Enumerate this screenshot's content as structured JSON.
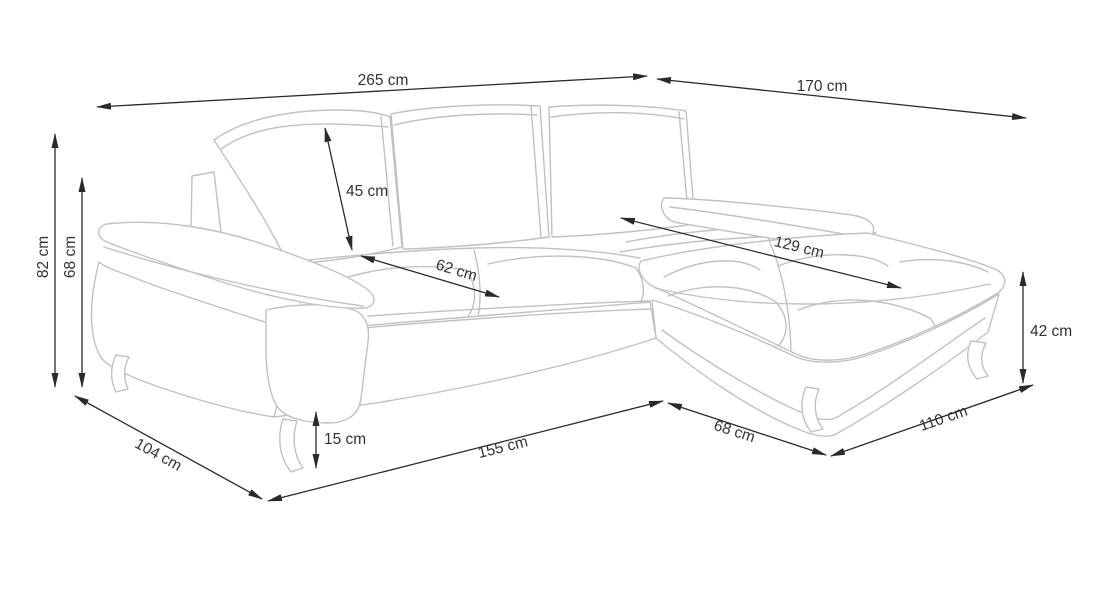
{
  "diagram": {
    "type": "furniture-dimension-drawing",
    "subject": "corner-sofa-with-chaise",
    "unit": "cm",
    "colors": {
      "background": "#ffffff",
      "sofa_outline": "#c1c1c1",
      "dimension_lines": "#2a2a2a",
      "label_text": "#333333"
    },
    "dimensions": {
      "total_width": {
        "label": "265 cm",
        "value": 265
      },
      "chaise_total_depth": {
        "label": "170 cm",
        "value": 170
      },
      "total_height": {
        "label": "82 cm",
        "value": 82
      },
      "backrest_height": {
        "label": "68 cm",
        "value": 68
      },
      "back_cushion_height": {
        "label": "45 cm",
        "value": 45
      },
      "seat_depth": {
        "label": "62 cm",
        "value": 62
      },
      "chaise_cushion_length": {
        "label": "129 cm",
        "value": 129
      },
      "chaise_seat_height": {
        "label": "42 cm",
        "value": 42
      },
      "leg_height": {
        "label": "15 cm",
        "value": 15
      },
      "side_depth": {
        "label": "104 cm",
        "value": 104
      },
      "front_width": {
        "label": "155 cm",
        "value": 155
      },
      "chaise_front_width": {
        "label": "68 cm",
        "value": 68
      },
      "chaise_side_depth": {
        "label": "110 cm",
        "value": 110
      }
    }
  }
}
